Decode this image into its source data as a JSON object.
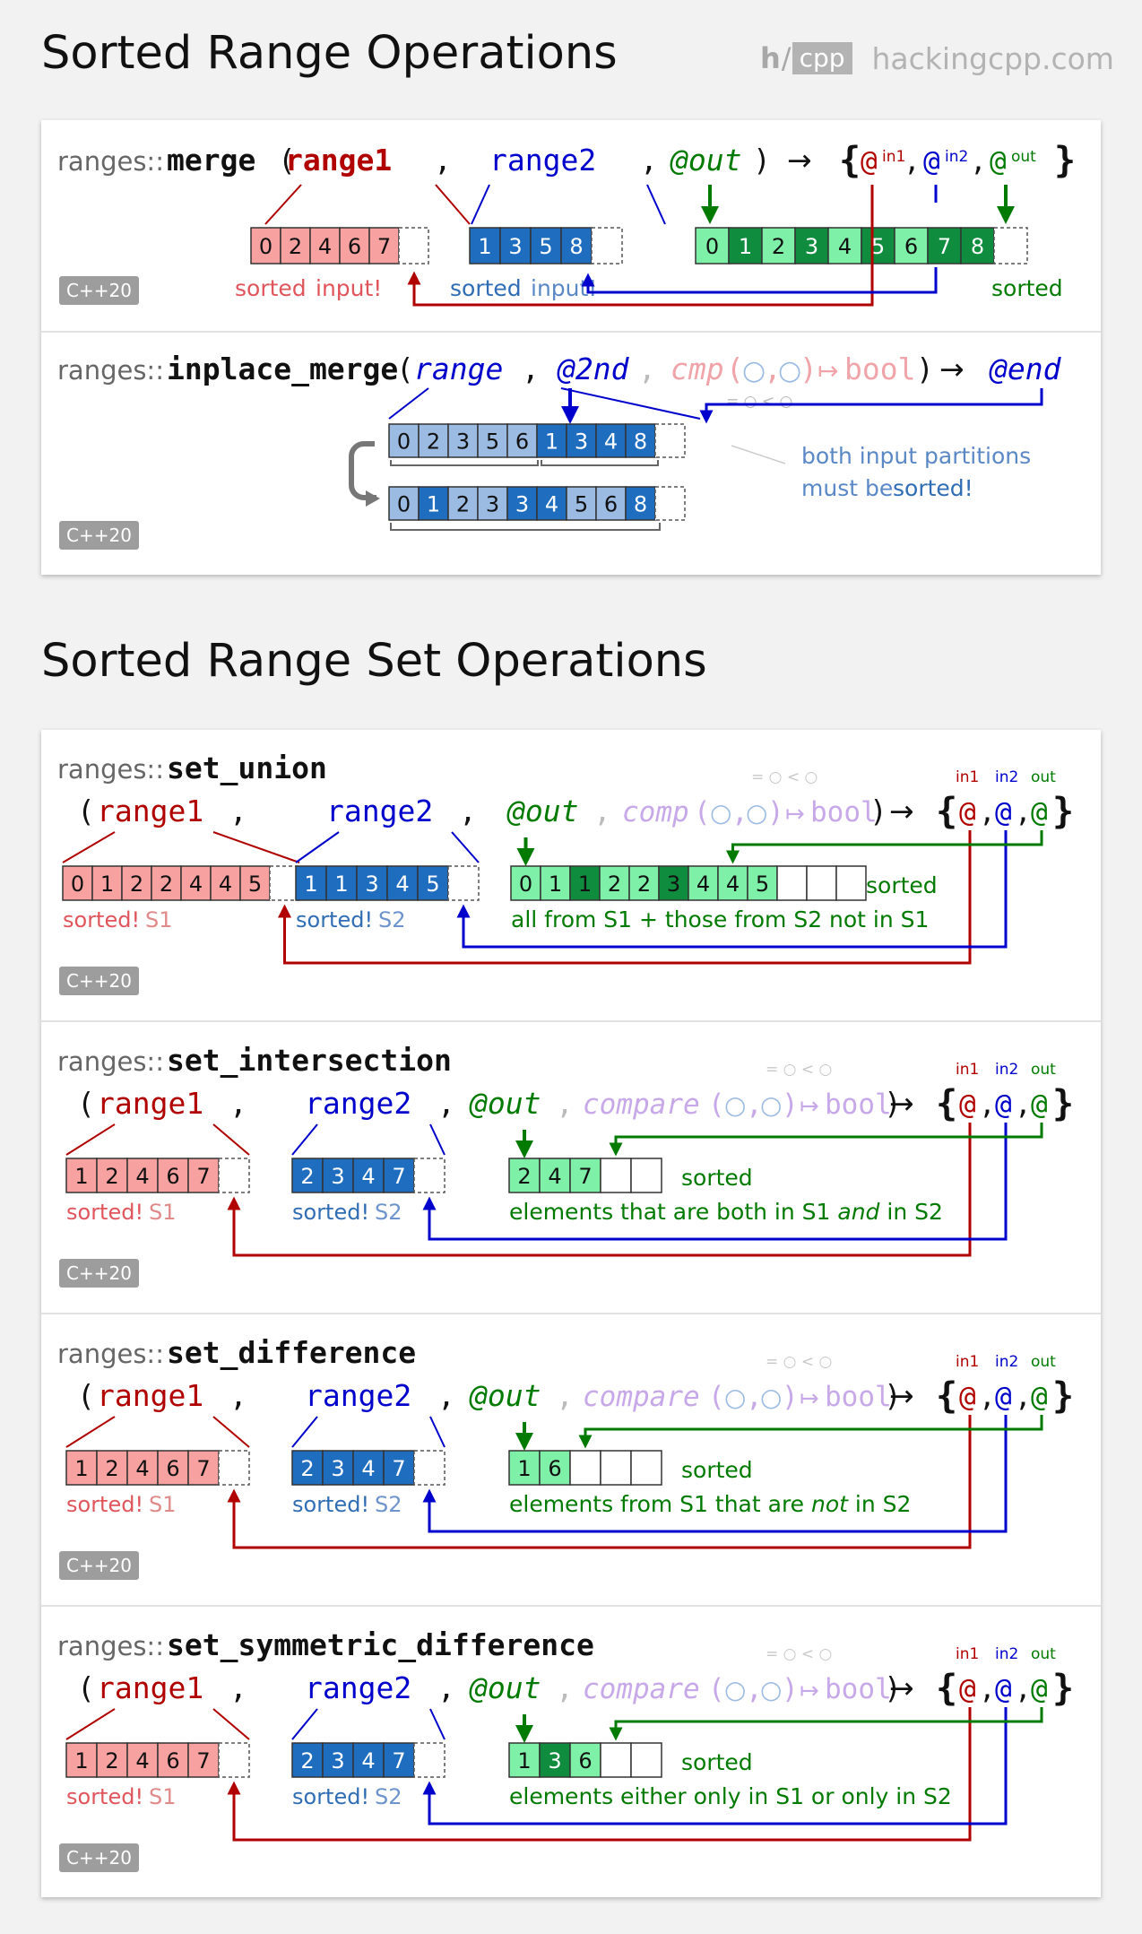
{
  "header": {
    "title1": "Sorted Range Operations",
    "title2": "Sorted Range Set Operations",
    "brand_h": "h",
    "brand_slash": "/",
    "brand_cpp": "cpp",
    "brand_site": "hackingcpp.com"
  },
  "colors": {
    "red": "#b00000",
    "blue": "#0000cc",
    "green": "#007a00",
    "pink_fill": "#f7a1a1",
    "blue_fill": "#1f6dbf",
    "lightblue_fill": "#9bbbe3",
    "lightgreen_fill": "#7ef0a8",
    "darkgreen_fill": "#0f8c3e"
  },
  "common": {
    "ns": "ranges::",
    "badge": "C++20",
    "arrow": "→",
    "bool": "bool",
    "maps": "↦",
    "circ": "○",
    "cmp_hint": "= ○ < ○",
    "brace_open": "{",
    "brace_close": "}",
    "at": "@",
    "paren_open": "(",
    "paren_close": ")",
    "comma": ",",
    "in1": "in1",
    "in2": "in2",
    "out": "out",
    "sorted": "sorted",
    "sorted_bang": "sorted!",
    "s1": "S1",
    "s2": "S2"
  },
  "merge": {
    "name": "merge",
    "range1": "range1",
    "range2": "range2",
    "out": "@out",
    "a": [
      "0",
      "2",
      "4",
      "6",
      "7"
    ],
    "b": [
      "1",
      "3",
      "5",
      "8"
    ],
    "result": [
      "0",
      "1",
      "2",
      "3",
      "4",
      "5",
      "6",
      "7",
      "8"
    ],
    "sorted_word": "sorted",
    "input_word": "input!",
    "sorted_label": "sorted"
  },
  "inplace": {
    "name": "inplace_merge",
    "range": "range",
    "second": "@2nd",
    "cmp": "cmp",
    "end": "@end",
    "before": [
      "0",
      "2",
      "3",
      "5",
      "6",
      "1",
      "3",
      "4",
      "8"
    ],
    "after": [
      "0",
      "1",
      "2",
      "3",
      "3",
      "4",
      "5",
      "6",
      "8"
    ],
    "note1": "both input partitions",
    "note2a": "must be ",
    "note2b": "sorted!"
  },
  "set_union": {
    "name": "set_union",
    "range1": "range1",
    "range2": "range2",
    "out": "@out",
    "cmp": "comp",
    "a": [
      "0",
      "1",
      "2",
      "2",
      "4",
      "4",
      "5"
    ],
    "b": [
      "1",
      "1",
      "3",
      "4",
      "5"
    ],
    "result": [
      "0",
      "1",
      "1",
      "2",
      "2",
      "3",
      "4",
      "4",
      "5",
      "",
      "",
      ""
    ],
    "desc": "all from S1 + those from S2 not in S1"
  },
  "set_intersection": {
    "name": "set_intersection",
    "range1": "range1",
    "range2": "range2",
    "out": "@out",
    "cmp": "compare",
    "a": [
      "1",
      "2",
      "4",
      "6",
      "7"
    ],
    "b": [
      "2",
      "3",
      "4",
      "7"
    ],
    "result": [
      "2",
      "4",
      "7",
      "",
      ""
    ],
    "desc_a": "elements that are both in S1 ",
    "desc_em": "and",
    "desc_b": " in S2"
  },
  "set_difference": {
    "name": "set_difference",
    "range1": "range1",
    "range2": "range2",
    "out": "@out",
    "cmp": "compare",
    "a": [
      "1",
      "2",
      "4",
      "6",
      "7"
    ],
    "b": [
      "2",
      "3",
      "4",
      "7"
    ],
    "result": [
      "1",
      "6",
      "",
      "",
      ""
    ],
    "desc_a": "elements from S1 that are ",
    "desc_em": "not",
    "desc_b": " in S2"
  },
  "set_symmetric_difference": {
    "name": "set_symmetric_difference",
    "range1": "range1",
    "range2": "range2",
    "out": "@out",
    "cmp": "compare",
    "a": [
      "1",
      "2",
      "4",
      "6",
      "7"
    ],
    "b": [
      "2",
      "3",
      "4",
      "7"
    ],
    "result": [
      "1",
      "3",
      "6",
      "",
      ""
    ],
    "desc": "elements either only in S1 or only in S2"
  }
}
